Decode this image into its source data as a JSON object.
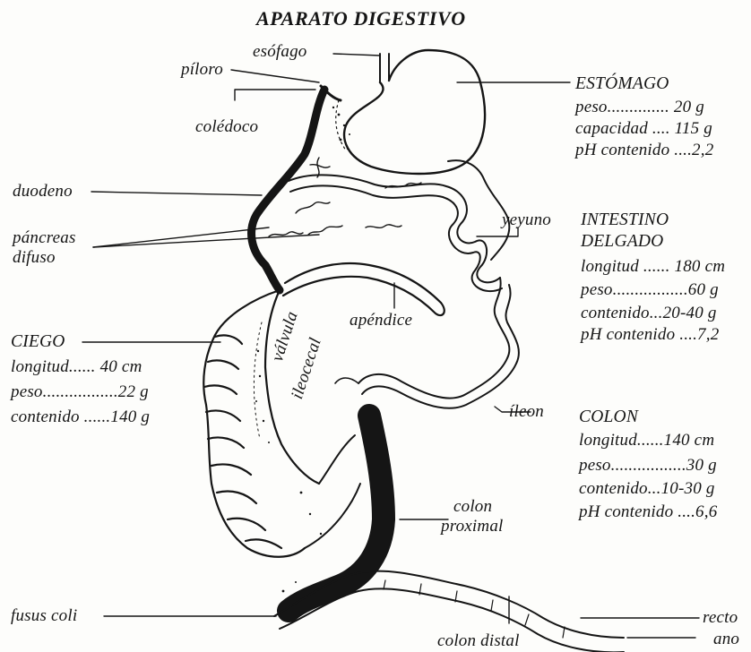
{
  "title": "APARATO DIGESTIVO",
  "colors": {
    "ink": "#151515",
    "paper": "#fdfdfb"
  },
  "labels": {
    "esofago": "esófago",
    "piloro": "píloro",
    "coledoco": "colédoco",
    "duodeno": "duodeno",
    "pancreas_line1": "páncreas",
    "pancreas_line2": "difuso",
    "yeyuno": "yeyuno",
    "apendice": "apéndice",
    "valvula_line1": "válvula",
    "valvula_line2": "ileocecal",
    "ileon": "íleon",
    "colon_proximal_line1": "colon",
    "colon_proximal_line2": "proximal",
    "fusus_coli": "fusus coli",
    "colon_distal": "colon distal",
    "recto": "recto",
    "ano": "ano"
  },
  "organs": {
    "estomago": {
      "name": "ESTÓMAGO",
      "rows": [
        "peso.............. 20 g",
        "capacidad .... 115 g",
        "pH contenido ....2,2"
      ]
    },
    "intestino_delgado": {
      "name_line1": "INTESTINO",
      "name_line2": "DELGADO",
      "rows": [
        "longitud ...... 180 cm",
        "peso.................60 g",
        "contenido...20-40 g",
        "pH contenido ....7,2"
      ]
    },
    "ciego": {
      "name": "CIEGO",
      "rows": [
        "longitud......  40 cm",
        "peso.................22 g",
        "contenido ......140 g"
      ]
    },
    "colon": {
      "name": "COLON",
      "rows": [
        "longitud......140 cm",
        "peso.................30 g",
        "contenido...10-30 g",
        "pH contenido ....6,6"
      ]
    }
  }
}
